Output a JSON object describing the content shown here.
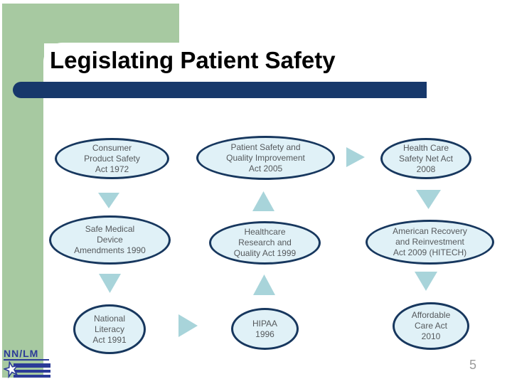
{
  "slide": {
    "title": "Legislating Patient Safety",
    "page_number": "5"
  },
  "logo": {
    "text": "NN/LM"
  },
  "flowchart": {
    "nodes": [
      {
        "id": "consumer-product-safety-act-1972",
        "label": "Consumer\nProduct Safety\nAct 1972"
      },
      {
        "id": "patient-safety-quality-improvement-act-2005",
        "label": "Patient Safety and\nQuality Improvement\nAct 2005"
      },
      {
        "id": "health-care-safety-net-act-2008",
        "label": "Health Care\nSafety Net Act\n2008"
      },
      {
        "id": "safe-medical-device-amendments-1990",
        "label": "Safe Medical\nDevice\nAmendments 1990"
      },
      {
        "id": "healthcare-research-quality-act-1999",
        "label": "Healthcare\nResearch and\nQuality Act 1999"
      },
      {
        "id": "american-recovery-reinvestment-act-2009",
        "label": "American Recovery\nand Reinvestment\nAct 2009 (HITECH)"
      },
      {
        "id": "national-literacy-act-1991",
        "label": "National\nLiteracy\nAct 1991"
      },
      {
        "id": "hipaa-1996",
        "label": "HIPAA\n1996"
      },
      {
        "id": "affordable-care-act-2010",
        "label": "Affordable\nCare Act\n2010"
      }
    ],
    "arrows": [
      {
        "direction": "down",
        "from": "consumer-product-safety-act-1972",
        "to": "safe-medical-device-amendments-1990"
      },
      {
        "direction": "up",
        "from": "healthcare-research-quality-act-1999",
        "to": "patient-safety-quality-improvement-act-2005"
      },
      {
        "direction": "right",
        "from": "patient-safety-quality-improvement-act-2005",
        "to": "health-care-safety-net-act-2008"
      },
      {
        "direction": "down",
        "from": "health-care-safety-net-act-2008",
        "to": "american-recovery-reinvestment-act-2009"
      },
      {
        "direction": "down",
        "from": "safe-medical-device-amendments-1990",
        "to": "national-literacy-act-1991"
      },
      {
        "direction": "up",
        "from": "hipaa-1996",
        "to": "healthcare-research-quality-act-1999"
      },
      {
        "direction": "down",
        "from": "american-recovery-reinvestment-act-2009",
        "to": "affordable-care-act-2010"
      },
      {
        "direction": "right",
        "from": "national-literacy-act-1991",
        "to": "hipaa-1996"
      }
    ]
  },
  "colors": {
    "accent_green": "#a7c9a1",
    "navy_bar": "#17386b",
    "oval_border": "#17375e",
    "oval_fill": "#e0f1f7",
    "arrow_teal": "#a8d4da",
    "node_text": "#55595c",
    "logo_blue": "#2c3b97",
    "page_number_gray": "#9a9a9a"
  }
}
